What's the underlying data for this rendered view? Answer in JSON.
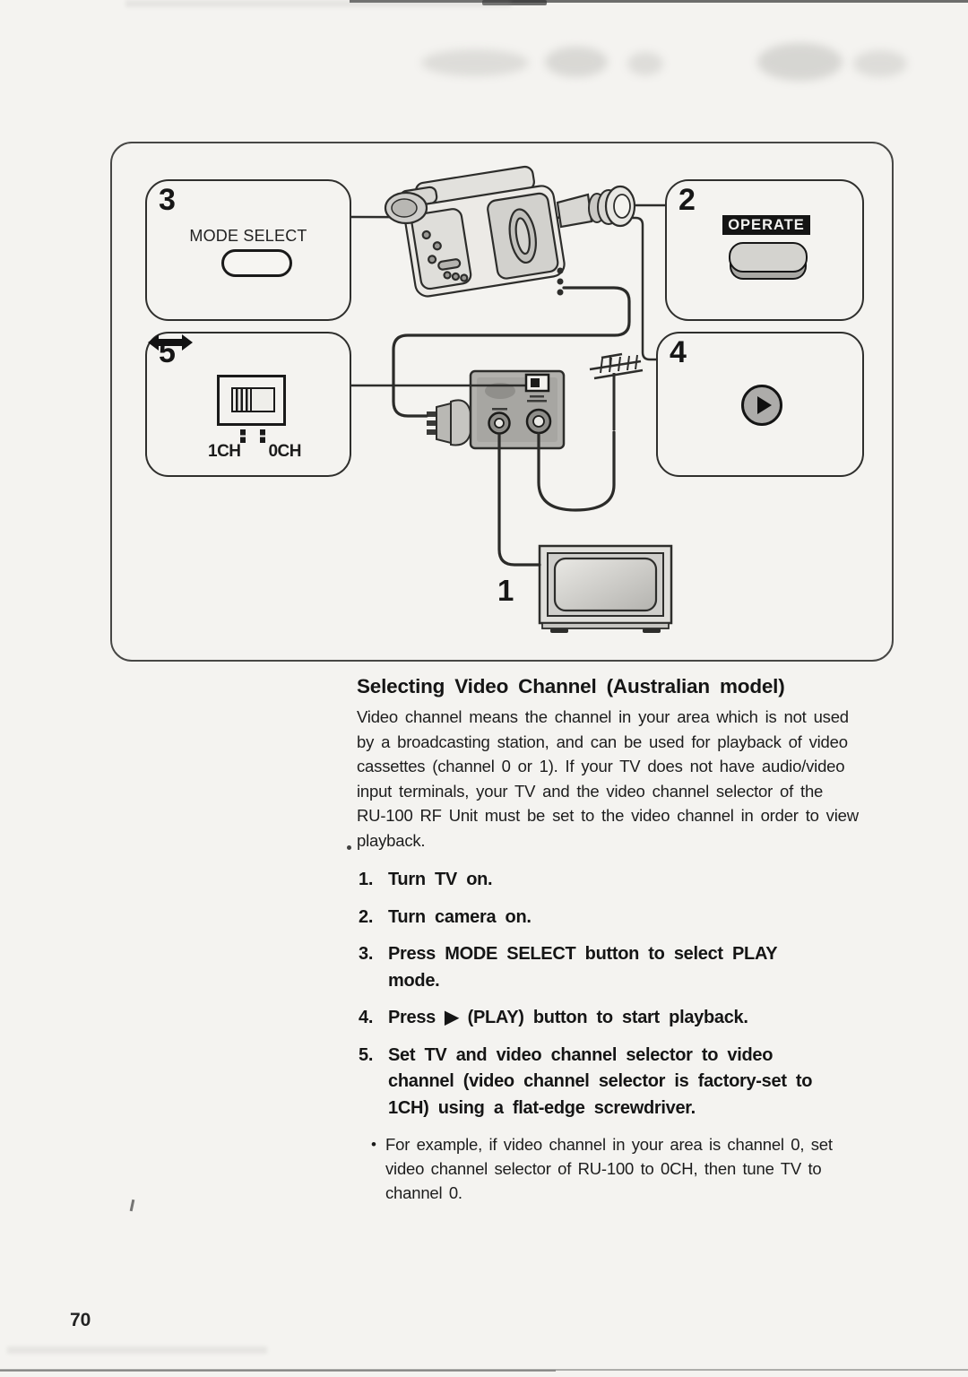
{
  "page": {
    "number": "70"
  },
  "diagram": {
    "callouts": {
      "mode_select": {
        "number": "3",
        "label": "MODE SELECT"
      },
      "operate": {
        "number": "2",
        "label": "OPERATE"
      },
      "channel_selector": {
        "number": "5",
        "label_1ch": "1CH",
        "label_0ch": "0CH"
      },
      "play": {
        "number": "4"
      },
      "tv": {
        "number": "1"
      }
    }
  },
  "section": {
    "heading": "Selecting Video Channel (Australian model)",
    "intro": "Video channel means the channel in your area which is not used\nby a broadcasting station, and can be used for playback of video\ncassettes (channel 0 or 1). If your TV does not have audio/video\ninput terminals, your TV and the video channel selector of the\nRU-100 RF Unit must be set to the video channel in order to view\nplayback.",
    "steps": [
      {
        "num": "1.",
        "text": "Turn TV on."
      },
      {
        "num": "2.",
        "text": "Turn camera on."
      },
      {
        "num": "3.",
        "text": "Press MODE SELECT button to select PLAY\nmode."
      },
      {
        "num": "4.",
        "text": "Press ▶ (PLAY) button to start playback."
      },
      {
        "num": "5.",
        "text": "Set TV and video channel selector to video\nchannel (video channel selector is factory-set to\n1CH) using a flat-edge screwdriver."
      }
    ],
    "bullet_char": "•",
    "note_bullet": "For example, if video channel in your area is channel 0, set\nvideo channel selector of RU-100 to 0CH, then tune TV to\nchannel 0."
  }
}
